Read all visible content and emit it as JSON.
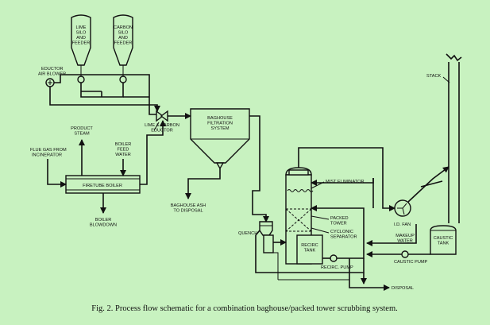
{
  "labels": {
    "lime_silo": [
      "LIME",
      "SILO",
      "AND",
      "FEEDER"
    ],
    "carbon_silo": [
      "CARBON",
      "SILO",
      "AND",
      "FEEDER"
    ],
    "eductor_blower": [
      "EDUCTOR",
      "AIR BLOWER"
    ],
    "lime_carbon_eductor": [
      "LIME & CARBON",
      "EDUCTOR"
    ],
    "baghouse": [
      "BAGHOUSE",
      "FILTRATION",
      "SYSTEM"
    ],
    "product_steam": [
      "PRODUCT",
      "STEAM"
    ],
    "boiler_feed_water": [
      "BOILER",
      "FEED",
      "WATER"
    ],
    "flue_gas": [
      "FLUE GAS FROM",
      "INCINERATOR"
    ],
    "firetube_boiler": "FIRETUBE BOILER",
    "boiler_blowdown": [
      "BOILER",
      "BLOWDOWN"
    ],
    "baghouse_ash": [
      "BAGHOUSE ASH",
      "TO DISPOSAL"
    ],
    "quench": "QUENCH",
    "mist_eliminator": "MIST ELIMINATOR",
    "packed_tower": [
      "PACKED",
      "TOWER"
    ],
    "cyclonic_separator": [
      "CYCLONIC",
      "SEPARATOR"
    ],
    "recirc_tank": [
      "RECIRC",
      "TANK"
    ],
    "recirc_pump": "RECIRC. PUMP",
    "id_fan": "I.D. FAN",
    "makeup_water": [
      "MAKEUP",
      "WATER"
    ],
    "caustic_pump": "CAUSTIC PUMP",
    "caustic_tank": [
      "CAUSTIC",
      "TANK"
    ],
    "stack": "STACK",
    "disposal": "DISPOSAL"
  },
  "caption": "Fig. 2.  Process flow schematic for a combination baghouse/packed tower scrubbing system."
}
